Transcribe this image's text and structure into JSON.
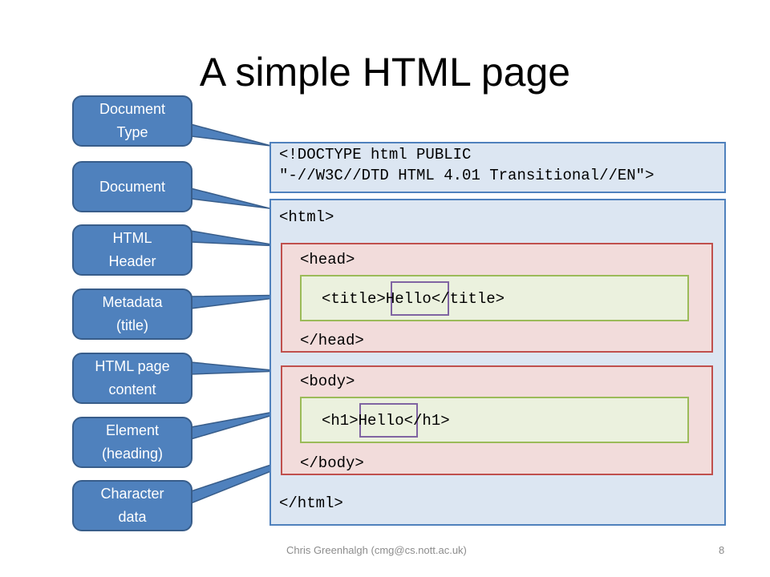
{
  "title": "A simple HTML page",
  "callouts": [
    {
      "label": "Document\nType",
      "key": "document-type"
    },
    {
      "label": "Document",
      "key": "document"
    },
    {
      "label": "HTML\nHeader",
      "key": "html-header"
    },
    {
      "label": "Metadata\n(title)",
      "key": "metadata-title"
    },
    {
      "label": "HTML page\ncontent",
      "key": "html-page-content"
    },
    {
      "label": "Element\n(heading)",
      "key": "element-heading"
    },
    {
      "label": "Character\ndata",
      "key": "character-data"
    }
  ],
  "code": {
    "doctype_line1": "<!DOCTYPE html PUBLIC",
    "doctype_line2": "\"-//W3C//DTD HTML 4.01 Transitional//EN\">",
    "html_open": "<html>",
    "head_open": "<head>",
    "title_open": "<title>",
    "title_text": "Hello",
    "title_close": "</title>",
    "head_close": "</head>",
    "body_open": "<body>",
    "h1_open": "<h1>",
    "h1_text": "Hello",
    "h1_close": "</h1>",
    "body_close": "</body>",
    "html_close": "</html>"
  },
  "footer": {
    "author": "Chris Greenhalgh (cmg@cs.nott.ac.uk)",
    "page": "8"
  },
  "colors": {
    "callout_fill": "#4f81bd",
    "callout_border": "#385d8a",
    "document_fill": "#dce6f2",
    "head_body_fill": "#f2dcdb",
    "head_body_border": "#c0504d",
    "element_fill": "#ebf1de",
    "element_border": "#9bbb59",
    "text_highlight_border": "#8064a2"
  }
}
